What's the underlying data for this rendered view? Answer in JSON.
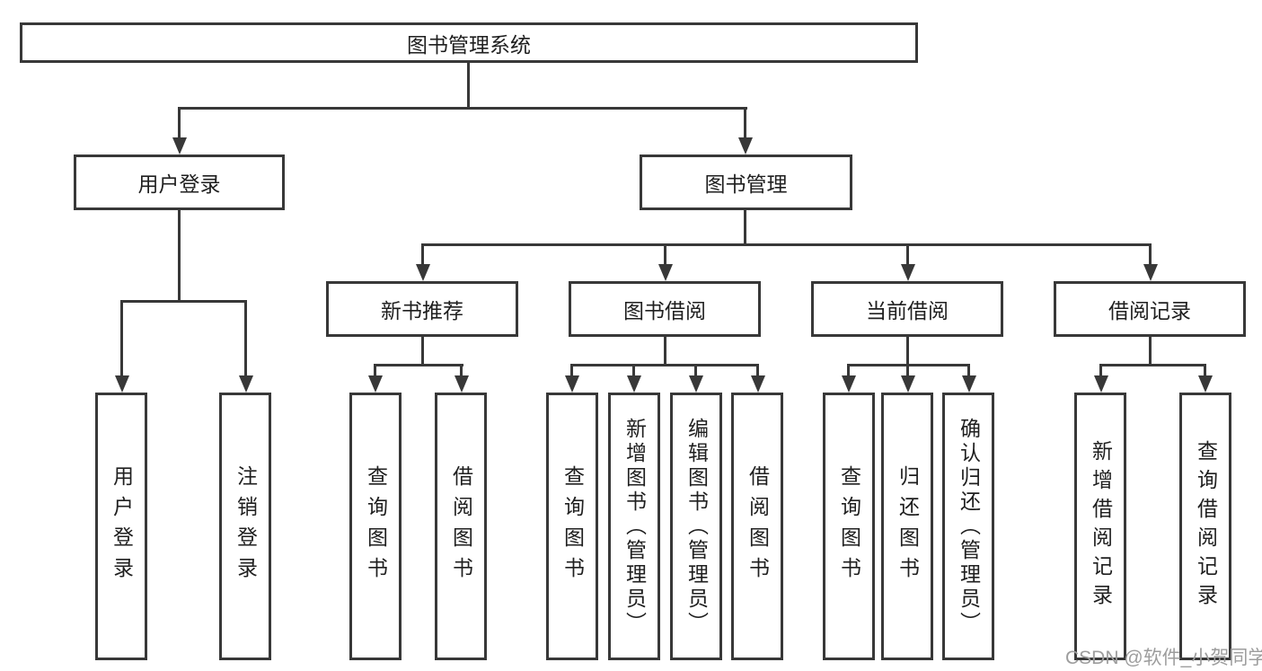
{
  "colors": {
    "line": "#383838",
    "text": "#1f1f1f",
    "background": "#ffffff",
    "watermark": "#9d9d9d"
  },
  "diagram": {
    "type": "hierarchy-tree",
    "root": {
      "label": "图书管理系统"
    },
    "level2": {
      "user_login": {
        "label": "用户登录"
      },
      "book_management": {
        "label": "图书管理"
      }
    },
    "level3": {
      "new_book_recommend": {
        "label": "新书推荐"
      },
      "book_borrow": {
        "label": "图书借阅"
      },
      "current_borrow": {
        "label": "当前借阅"
      },
      "borrow_records": {
        "label": "借阅记录"
      }
    },
    "leaves": {
      "login": [
        "用户登录",
        "注销登录"
      ],
      "recommend": [
        "查询图书",
        "借阅图书"
      ],
      "borrow": [
        "查询图书",
        "新增图书（管理员）",
        "编辑图书（管理员）",
        "借阅图书"
      ],
      "current": [
        "查询图书",
        "归还图书",
        "确认归还（管理员）"
      ],
      "records": [
        "新增借阅记录",
        "查询借阅记录"
      ]
    }
  },
  "watermark": {
    "text": "CSDN @软件_小贺同学"
  }
}
